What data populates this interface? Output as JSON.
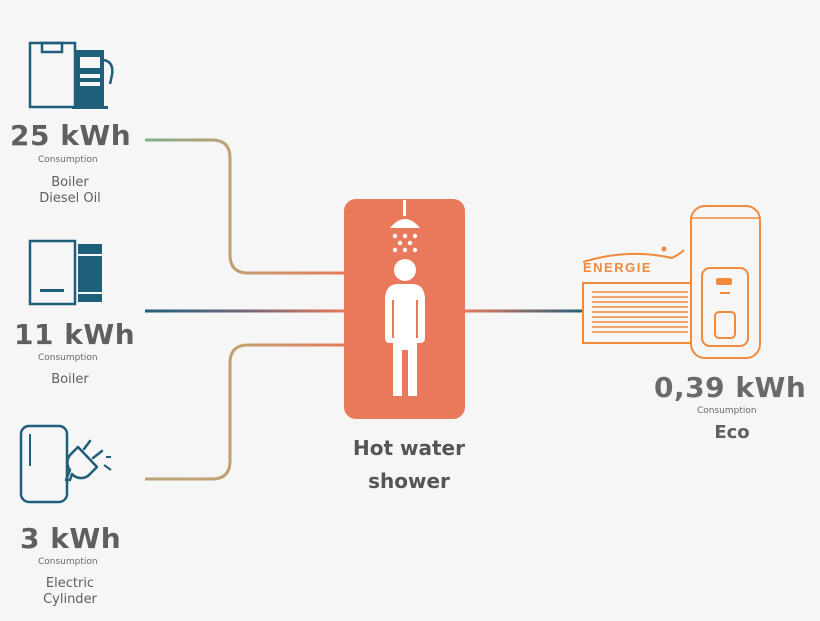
{
  "sources": [
    {
      "value": "25 kWh",
      "consumption": "Consumption",
      "label_line1": "Boiler",
      "label_line2": "Diesel Oil",
      "icon": "diesel-boiler-icon"
    },
    {
      "value": "11 kWh",
      "consumption": "Consumption",
      "label_line1": "Boiler",
      "label_line2": "",
      "icon": "boiler-icon"
    },
    {
      "value": "3 kWh",
      "consumption": "Consumption",
      "label_line1": "Electric",
      "label_line2": "Cylinder",
      "icon": "electric-cylinder-icon"
    }
  ],
  "center": {
    "line1": "Hot water",
    "line2": "shower",
    "icon": "shower-person-icon"
  },
  "eco": {
    "value": "0,39 kWh",
    "consumption": "Consumption",
    "label": "Eco",
    "brand_text": "ENERGIE",
    "icon": "heat-pump-icon"
  },
  "colors": {
    "gray": "#5f5f5f",
    "teal": "#1f5f7a",
    "orange": "#f08a3c",
    "salmon": "#e8795a",
    "tan": "#c2a070",
    "sage": "#7fae8e"
  }
}
